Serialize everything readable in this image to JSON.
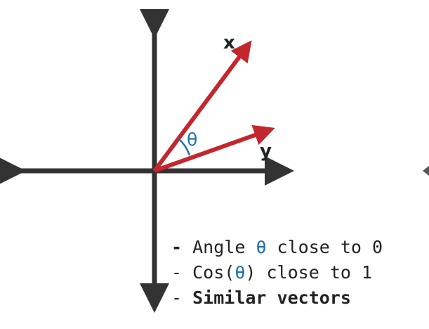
{
  "colors": {
    "axis": "#333333",
    "vector": "#c4262e",
    "angle": "#1e6fb0",
    "text": "#222222"
  },
  "vectors": {
    "x_label": "x",
    "y_label": "y"
  },
  "angle": {
    "symbol": "θ"
  },
  "notes": [
    {
      "dash": "-",
      "before": "Angle ",
      "symbol": "θ",
      "after": " close to 0"
    },
    {
      "dash": "-",
      "before": "Cos(",
      "symbol": "θ",
      "after": ") close to 1"
    },
    {
      "dash": "-",
      "text": "Similar vectors"
    }
  ]
}
